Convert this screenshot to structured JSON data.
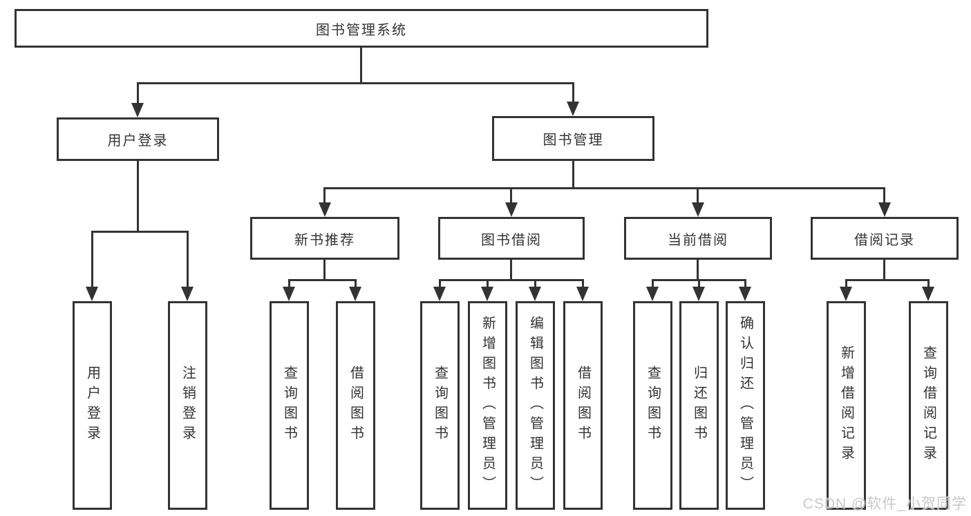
{
  "tree": {
    "root": {
      "label": "图书管理系统"
    },
    "level2": [
      {
        "label": "用户登录"
      },
      {
        "label": "图书管理"
      }
    ],
    "level3": [
      {
        "label": "新书推荐"
      },
      {
        "label": "图书借阅"
      },
      {
        "label": "当前借阅"
      },
      {
        "label": "借阅记录"
      }
    ],
    "leaves": {
      "user_login": [
        {
          "label": "用户登录"
        },
        {
          "label": "注销登录"
        }
      ],
      "new_books": [
        {
          "label": "查询图书"
        },
        {
          "label": "借阅图书"
        }
      ],
      "book_borrow": [
        {
          "label": "查询图书"
        },
        {
          "label": "新增图书（管理员）"
        },
        {
          "label": "编辑图书（管理员）"
        },
        {
          "label": "借阅图书"
        }
      ],
      "current_borrow": [
        {
          "label": "查询图书"
        },
        {
          "label": "归还图书"
        },
        {
          "label": "确认归还（管理员）"
        }
      ],
      "borrow_records": [
        {
          "label": "新增借阅记录"
        },
        {
          "label": "查询借阅记录"
        }
      ]
    }
  },
  "watermark": "CSDN @软件_小贺同学",
  "colors": {
    "line": "#333333",
    "text": "#333333",
    "background": "#ffffff",
    "watermark": "#c8c8c8"
  }
}
